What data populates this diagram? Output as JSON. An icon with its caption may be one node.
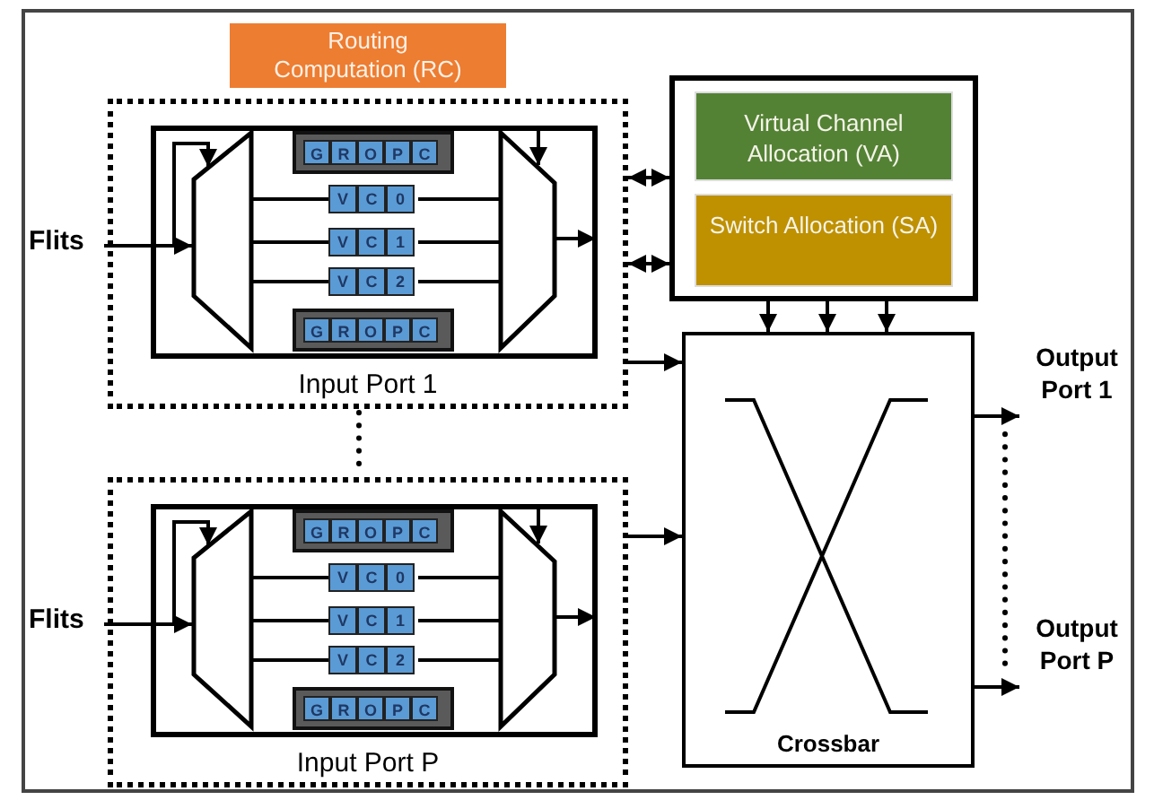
{
  "diagram": {
    "nodes": [
      {
        "text": [
          "Routing Computation (RC)"
        ]
      },
      {
        "text": [
          "Flits"
        ]
      },
      {
        "text": [
          "Input Port 1"
        ]
      },
      {
        "text": [],
        "shape": "box",
        "in": 2
      },
      {
        "text": [],
        "shape": "trapezoid",
        "in": 3
      },
      {
        "text": [
          "G",
          "R",
          "O",
          "P",
          "C"
        ],
        "in": 3
      },
      {
        "text": [
          "V",
          "C",
          "0"
        ],
        "in": 3
      },
      {
        "text": [
          "V",
          "C",
          "1"
        ],
        "in": 3
      },
      {
        "text": [
          "V",
          "C",
          "2"
        ],
        "in": 3
      },
      {
        "text": [
          "G",
          "R",
          "O",
          "P",
          "C"
        ],
        "in": 3
      },
      {
        "text": [],
        "shape": "trapezoid",
        "in": 3
      },
      {
        "text": [
          "Flits"
        ]
      },
      {
        "text": [
          "Input Port P"
        ]
      },
      {
        "text": [],
        "shape": "box",
        "in": 12
      },
      {
        "text": [],
        "shape": "trapezoid",
        "in": 13
      },
      {
        "text": [
          "G",
          "R",
          "O",
          "P",
          "C"
        ],
        "in": 13
      },
      {
        "text": [
          "V",
          "C",
          "0"
        ],
        "in": 13
      },
      {
        "text": [
          "V",
          "C",
          "1"
        ],
        "in": 13
      },
      {
        "text": [
          "V",
          "C",
          "2"
        ],
        "in": 13
      },
      {
        "text": [
          "G",
          "R",
          "O",
          "P",
          "C"
        ],
        "in": 13
      },
      {
        "text": [],
        "shape": "trapezoid",
        "in": 13
      },
      {
        "text": [],
        "shape": "box"
      },
      {
        "text": [
          "Virtual Channel Allocation (VA)"
        ],
        "in": 21
      },
      {
        "text": [
          "Switch Allocation (SA)"
        ],
        "in": 21
      },
      {
        "text": [
          "Crossbar"
        ]
      },
      {
        "text": [
          "Output Port 1"
        ]
      },
      {
        "text": [
          "Output Port P"
        ]
      }
    ],
    "edges": [
      {
        "from": 1,
        "to": 4,
        "arrow": "to"
      },
      {
        "from": 1,
        "to": 4,
        "arrow": "to"
      },
      {
        "from": 4,
        "to": 6,
        "arrow": "none"
      },
      {
        "from": 4,
        "to": 7,
        "arrow": "none"
      },
      {
        "from": 4,
        "to": 8,
        "arrow": "none"
      },
      {
        "from": 6,
        "to": 10,
        "arrow": "none"
      },
      {
        "from": 7,
        "to": 10,
        "arrow": "none"
      },
      {
        "from": 8,
        "to": 10,
        "arrow": "none"
      },
      {
        "from": null,
        "to": 10,
        "arrow": "to"
      },
      {
        "from": 10,
        "to": null,
        "arrow": "to"
      },
      {
        "from": 11,
        "to": 14,
        "arrow": "to"
      },
      {
        "from": 11,
        "to": 14,
        "arrow": "to"
      },
      {
        "from": 14,
        "to": 16,
        "arrow": "none"
      },
      {
        "from": 14,
        "to": 17,
        "arrow": "none"
      },
      {
        "from": 14,
        "to": 18,
        "arrow": "none"
      },
      {
        "from": 16,
        "to": 20,
        "arrow": "none"
      },
      {
        "from": 17,
        "to": 20,
        "arrow": "none"
      },
      {
        "from": 18,
        "to": 20,
        "arrow": "none"
      },
      {
        "from": null,
        "to": 20,
        "arrow": "to"
      },
      {
        "from": 20,
        "to": null,
        "arrow": "to"
      },
      {
        "from": 2,
        "to": 21,
        "arrow": "both"
      },
      {
        "from": 2,
        "to": 21,
        "arrow": "both"
      },
      {
        "from": 2,
        "to": 24,
        "arrow": "to"
      },
      {
        "from": 12,
        "to": 24,
        "arrow": "to"
      },
      {
        "from": 21,
        "to": 24,
        "arrow": "to"
      },
      {
        "from": 21,
        "to": 24,
        "arrow": "to"
      },
      {
        "from": 21,
        "to": 24,
        "arrow": "to"
      },
      {
        "from": 24,
        "to": 25,
        "arrow": "to"
      },
      {
        "from": 24,
        "to": 26,
        "arrow": "to"
      }
    ]
  }
}
